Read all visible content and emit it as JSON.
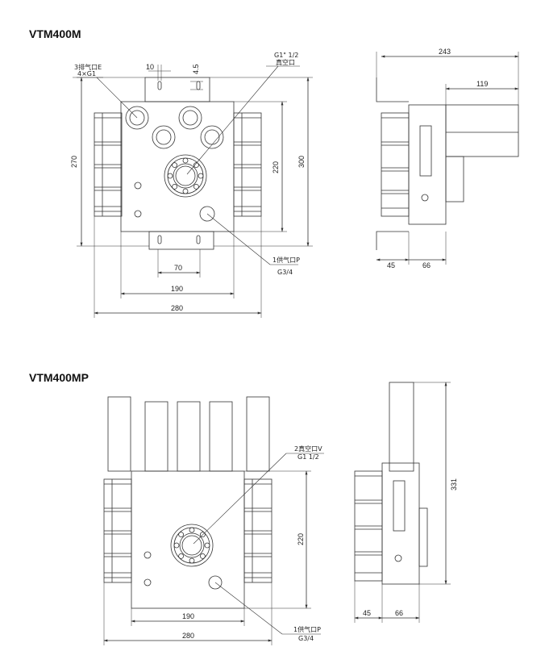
{
  "drawings": [
    {
      "title": "VTM400M",
      "front_view": {
        "exhaust_port_label": "3排气口E",
        "exhaust_port_spec": "4×G1",
        "vacuum_port_spec": "G1\" 1/2",
        "vacuum_port_label": "真空口",
        "supply_port_label": "1供气口P",
        "supply_port_spec": "G3/4",
        "dim_slot_width": "10",
        "dim_slot_height": "4.5",
        "dim_height_270": "270",
        "dim_height_220": "220",
        "dim_height_300": "300",
        "dim_width_70": "70",
        "dim_width_190": "190",
        "dim_width_280": "280"
      },
      "side_view": {
        "dim_depth_243": "243",
        "dim_depth_119": "119",
        "dim_45": "45",
        "dim_66": "66"
      }
    },
    {
      "title": "VTM400MP",
      "front_view": {
        "vacuum_port_label": "2真空口V",
        "vacuum_port_spec": "G1 1/2",
        "supply_port_label": "1供气口P",
        "supply_port_spec": "G3/4",
        "dim_height_220": "220",
        "dim_width_190": "190",
        "dim_width_280": "280"
      },
      "side_view": {
        "dim_height_331": "331",
        "dim_45": "45",
        "dim_66": "66"
      }
    }
  ]
}
